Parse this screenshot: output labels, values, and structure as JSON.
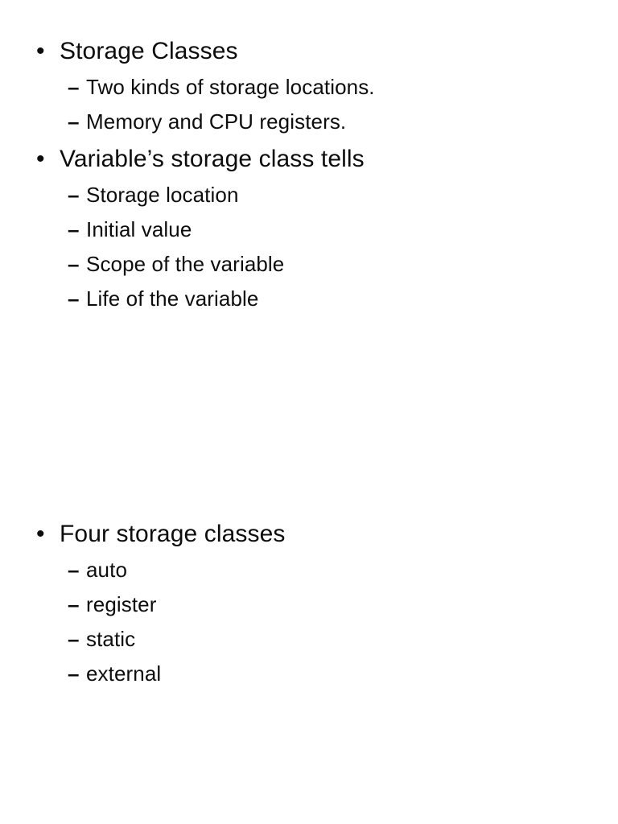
{
  "slide": {
    "background_color": "#ffffff",
    "text_color": "#0d0d0d",
    "markers": {
      "level1": "•",
      "level2": "–"
    },
    "groups": [
      {
        "name": "storage-classes-overview",
        "items": [
          {
            "level": 1,
            "text": "Storage Classes",
            "children": [
              {
                "level": 2,
                "text": "Two kinds of storage locations."
              },
              {
                "level": 2,
                "text": "Memory and CPU registers."
              }
            ]
          },
          {
            "level": 1,
            "text": "Variable’s storage class tells",
            "children": [
              {
                "level": 2,
                "text": "Storage location"
              },
              {
                "level": 2,
                "text": "Initial value"
              },
              {
                "level": 2,
                "text": "Scope of the variable"
              },
              {
                "level": 2,
                "text": "Life of the variable"
              }
            ]
          }
        ]
      },
      {
        "name": "four-storage-classes",
        "items": [
          {
            "level": 1,
            "text": "Four storage classes",
            "children": [
              {
                "level": 2,
                "text": "auto"
              },
              {
                "level": 2,
                "text": "register"
              },
              {
                "level": 2,
                "text": "static"
              },
              {
                "level": 2,
                "text": "external"
              }
            ]
          }
        ]
      }
    ]
  }
}
